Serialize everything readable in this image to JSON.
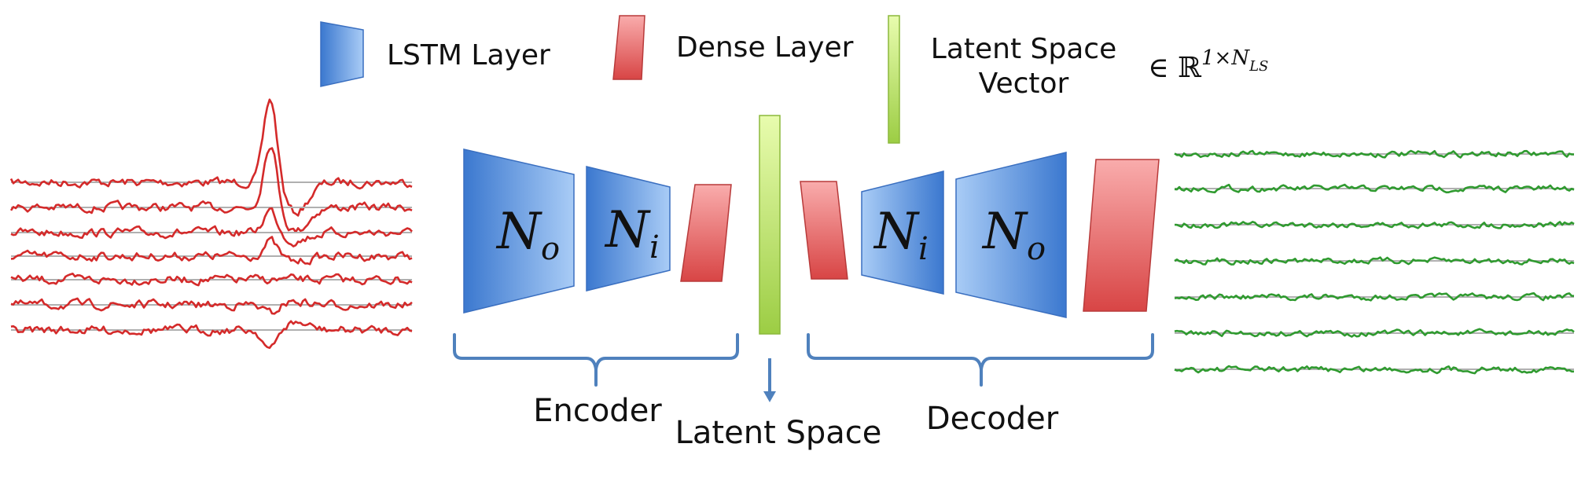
{
  "legend": {
    "lstm_label": "LSTM Layer",
    "dense_label": "Dense Layer",
    "latent_label_line1": "Latent Space",
    "latent_label_line2": "Vector",
    "latent_dim": {
      "prefix": "∈ ℝ",
      "sup_main": "1×N",
      "sup_sub": "LS"
    }
  },
  "layers": {
    "encoder_outer": {
      "main": "N",
      "sub": "o"
    },
    "encoder_inner": {
      "main": "N",
      "sub": "i"
    },
    "decoder_inner": {
      "main": "N",
      "sub": "i"
    },
    "decoder_outer": {
      "main": "N",
      "sub": "o"
    }
  },
  "labels": {
    "encoder": "Encoder",
    "latent_space": "Latent Space",
    "decoder": "Decoder"
  },
  "colors": {
    "lstm_dark": "#3b78cf",
    "lstm_light": "#a9ccf6",
    "lstm_stroke": "#3a6fc0",
    "dense_light": "#f7a3a3",
    "dense_dark": "#d84545",
    "dense_stroke": "#b83a3a",
    "latent_light": "#e6fba8",
    "latent_dark": "#9ccd44",
    "latent_stroke": "#8cb83c",
    "bracket": "#4f81bd",
    "input_signal": "#d42a2a",
    "output_signal": "#2f9a2f",
    "baseline": "#b0b0b0"
  }
}
